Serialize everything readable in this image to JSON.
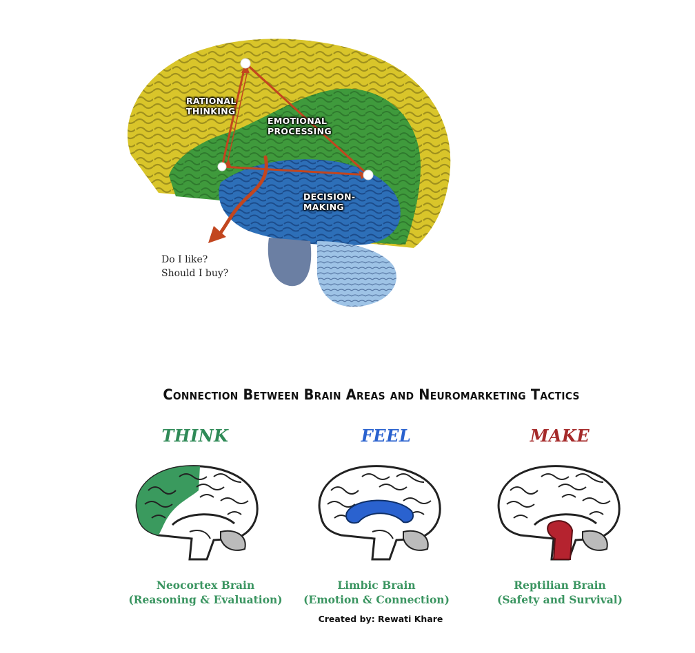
{
  "diagram": {
    "labels": {
      "rational_thinking": "RATIONAL\nTHINKING",
      "emotional_processing": "EMOTIONAL\nPROCESSING",
      "decision_making": "DECISION-\nMAKING"
    },
    "question": {
      "line1": "Do I like?",
      "line2": "Should I buy?"
    }
  },
  "heading": "Connection Between Brain Areas and Neuromarketing Tactics",
  "columns": [
    {
      "title": "THINK",
      "color": "#2f8a57",
      "caption_line1": "Neocortex Brain",
      "caption_line2": "(Reasoning & Evaluation)",
      "highlight_icon": "neocortex-highlight"
    },
    {
      "title": "FEEL",
      "color": "#2a62cf",
      "caption_line1": "Limbic Brain",
      "caption_line2": "(Emotion & Connection)",
      "highlight_icon": "limbic-highlight"
    },
    {
      "title": "MAKE",
      "color": "#a52a2a",
      "caption_line1": "Reptilian Brain",
      "caption_line2": "(Safety and Survival)",
      "highlight_icon": "reptilian-highlight"
    }
  ],
  "credit": "Created by: Rewati Khare",
  "colors": {
    "cortex_yellow": "#d9c52a",
    "cortex_green": "#3f9a3c",
    "limbic_blue": "#2d6fb8",
    "arrow_red": "#c2461f",
    "caption_green": "#3b9561"
  }
}
